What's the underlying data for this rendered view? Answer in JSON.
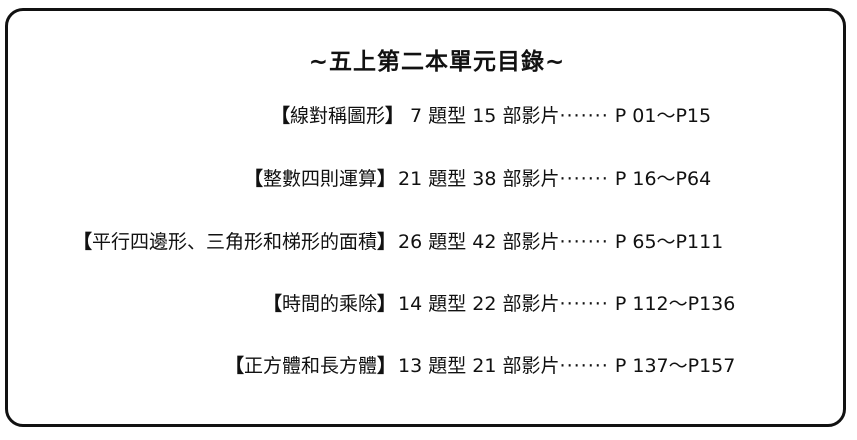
{
  "title": "~五上第二本單元目錄~",
  "entries": [
    {
      "name": "線對稱圖形",
      "types": "7",
      "type_unit": "題型",
      "videos": "15",
      "video_unit": "部影片",
      "leader": "·······",
      "pages": "P 01～P15"
    },
    {
      "name": "整數四則運算",
      "types": "21",
      "type_unit": "題型",
      "videos": "38",
      "video_unit": "部影片",
      "leader": "·······",
      "pages": "P 16～P64"
    },
    {
      "name": "平行四邊形、三角形和梯形的面積",
      "types": "26",
      "type_unit": "題型",
      "videos": "42",
      "video_unit": "部影片",
      "leader": "·······",
      "pages": "P 65～P111"
    },
    {
      "name": "時間的乘除",
      "types": "14",
      "type_unit": "題型",
      "videos": "22",
      "video_unit": "部影片",
      "leader": "·······",
      "pages": "P 112～P136"
    },
    {
      "name": "正方體和長方體",
      "types": "13",
      "type_unit": "題型",
      "videos": "21",
      "video_unit": "部影片",
      "leader": "·······",
      "pages": "P 137～P157"
    }
  ]
}
